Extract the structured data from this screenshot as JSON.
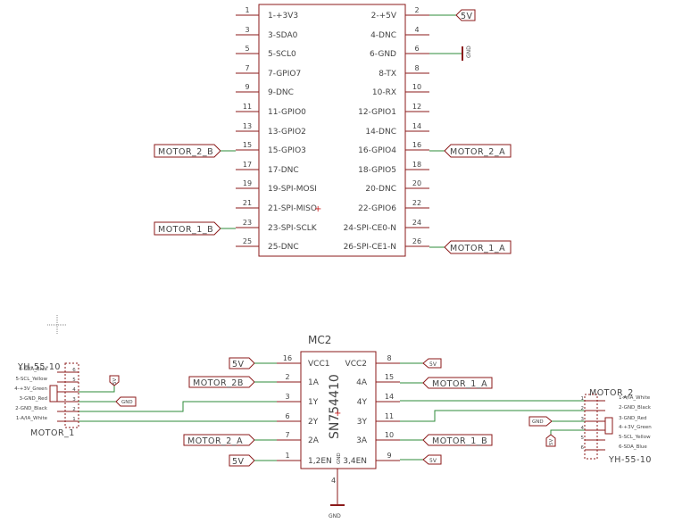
{
  "header": {
    "pins_left": [
      {
        "num": "1",
        "label": "1-+3V3"
      },
      {
        "num": "3",
        "label": "3-SDA0"
      },
      {
        "num": "5",
        "label": "5-SCL0"
      },
      {
        "num": "7",
        "label": "7-GPIO7"
      },
      {
        "num": "9",
        "label": "9-DNC"
      },
      {
        "num": "11",
        "label": "11-GPIO0"
      },
      {
        "num": "13",
        "label": "13-GPIO2"
      },
      {
        "num": "15",
        "label": "15-GPIO3"
      },
      {
        "num": "17",
        "label": "17-DNC"
      },
      {
        "num": "19",
        "label": "19-SPI-MOSI"
      },
      {
        "num": "21",
        "label": "21-SPI-MISO"
      },
      {
        "num": "23",
        "label": "23-SPI-SCLK"
      },
      {
        "num": "25",
        "label": "25-DNC"
      }
    ],
    "pins_right": [
      {
        "num": "2",
        "label": "2-+5V"
      },
      {
        "num": "4",
        "label": "4-DNC"
      },
      {
        "num": "6",
        "label": "6-GND"
      },
      {
        "num": "8",
        "label": "8-TX"
      },
      {
        "num": "10",
        "label": "10-RX"
      },
      {
        "num": "12",
        "label": "12-GPIO1"
      },
      {
        "num": "14",
        "label": "14-DNC"
      },
      {
        "num": "16",
        "label": "16-GPIO4"
      },
      {
        "num": "18",
        "label": "18-GPIO5"
      },
      {
        "num": "20",
        "label": "20-DNC"
      },
      {
        "num": "22",
        "label": "22-GPIO6"
      },
      {
        "num": "24",
        "label": "24-SPI-CE0-N"
      },
      {
        "num": "26",
        "label": "26-SPI-CE1-N"
      }
    ],
    "flag_5v": "5V",
    "gnd_label": "GND",
    "motor_2_b": "MOTOR_2_B",
    "motor_2_a": "MOTOR_2_A",
    "motor_1_b": "MOTOR_1_B",
    "motor_1_a": "MOTOR_1_A"
  },
  "driver": {
    "name": "MC2",
    "part": "SN754410",
    "pins_left": [
      {
        "num": "16",
        "label": "VCC1"
      },
      {
        "num": "2",
        "label": "1A"
      },
      {
        "num": "3",
        "label": "1Y"
      },
      {
        "num": "6",
        "label": "2Y"
      },
      {
        "num": "7",
        "label": "2A"
      },
      {
        "num": "1",
        "label": "1,2EN"
      }
    ],
    "pins_right": [
      {
        "num": "8",
        "label": "VCC2"
      },
      {
        "num": "15",
        "label": "4A"
      },
      {
        "num": "14",
        "label": "4Y"
      },
      {
        "num": "11",
        "label": "3Y"
      },
      {
        "num": "10",
        "label": "3A"
      },
      {
        "num": "9",
        "label": "3,4EN"
      }
    ],
    "gnd_pin": "4",
    "gnd_pin_label": "GND",
    "gnd_symbol": "GND",
    "flags_left": [
      "5V",
      "MOTOR_2B",
      "MOTOR_2_A",
      "5V"
    ],
    "flags_right": [
      "5V",
      "MOTOR_1_A",
      "MOTOR_1_B",
      "5V"
    ]
  },
  "motor1": {
    "name": "MOTOR_1",
    "part": "YH-55-10",
    "pins": [
      "6",
      "5",
      "4",
      "3",
      "2",
      "1"
    ],
    "wires": [
      "6-SDA_Blue",
      "5-SCL_Yellow",
      "4-+3V_Green",
      "3-GND_Red",
      "2-GND_Black",
      "1-A/IA_White"
    ],
    "flag_5v": "5V",
    "flag_gnd": "GND"
  },
  "motor2": {
    "name": "MOTOR_2",
    "part": "YH-55-10",
    "pins": [
      "1",
      "2",
      "3",
      "4",
      "5",
      "6"
    ],
    "wires": [
      "1-A/IA_White",
      "2-GND_Black",
      "3-GND_Red",
      "4-+3V_Green",
      "5-SCL_Yellow",
      "6-SDA_Blue"
    ],
    "flag_gnd": "GND",
    "flag_5v": "5V"
  }
}
